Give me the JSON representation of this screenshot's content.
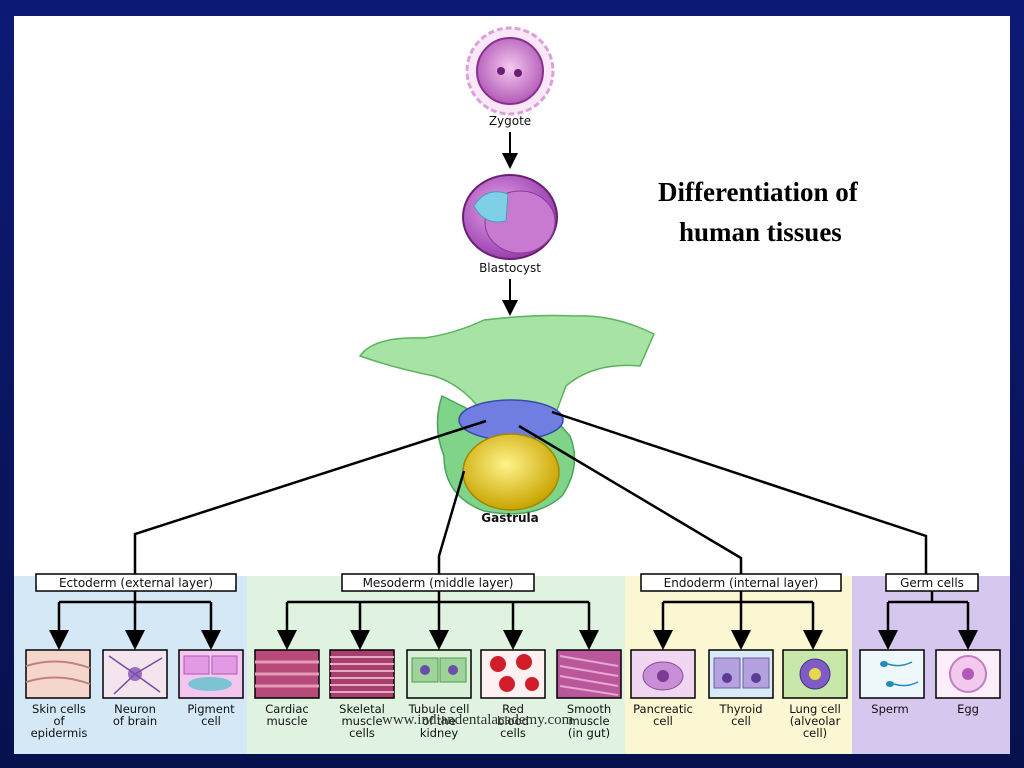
{
  "title": {
    "line1": "Differentiation of",
    "line2": "human tissues"
  },
  "stages": {
    "zygote": "Zygote",
    "blastocyst": "Blastocyst",
    "gastrula": "Gastrula"
  },
  "layers": {
    "ectoderm": {
      "header": "Ectoderm (external layer)",
      "cells": [
        {
          "line1": "Skin cells",
          "line2": "of",
          "line3": "epidermis"
        },
        {
          "line1": "Neuron",
          "line2": "of brain",
          "line3": ""
        },
        {
          "line1": "Pigment",
          "line2": "cell",
          "line3": ""
        }
      ]
    },
    "mesoderm": {
      "header": "Mesoderm (middle layer)",
      "cells": [
        {
          "line1": "Cardiac",
          "line2": "muscle",
          "line3": ""
        },
        {
          "line1": "Skeletal",
          "line2": "muscle",
          "line3": "cells"
        },
        {
          "line1": "Tubule cell",
          "line2": "of the",
          "line3": "kidney"
        },
        {
          "line1": "Red",
          "line2": "blood",
          "line3": "cells"
        },
        {
          "line1": "Smooth",
          "line2": "muscle",
          "line3": "(in gut)"
        }
      ]
    },
    "endoderm": {
      "header": "Endoderm (internal layer)",
      "cells": [
        {
          "line1": "Pancreatic",
          "line2": "cell",
          "line3": ""
        },
        {
          "line1": "Thyroid",
          "line2": "cell",
          "line3": ""
        },
        {
          "line1": "Lung cell",
          "line2": "(alveolar",
          "line3": "cell)"
        }
      ]
    },
    "germ": {
      "header": "Germ cells",
      "cells": [
        {
          "line1": "Sperm",
          "line2": "",
          "line3": ""
        },
        {
          "line1": "Egg",
          "line2": "",
          "line3": ""
        }
      ]
    }
  },
  "watermark": "www.indiandentalacademy.com",
  "colors": {
    "ectoderm_bg": "#d4e8f6",
    "mesoderm_bg": "#dff3e0",
    "endoderm_bg": "#fbf7d2",
    "germ_bg": "#d6c7ee",
    "frame": "#0b1560"
  }
}
